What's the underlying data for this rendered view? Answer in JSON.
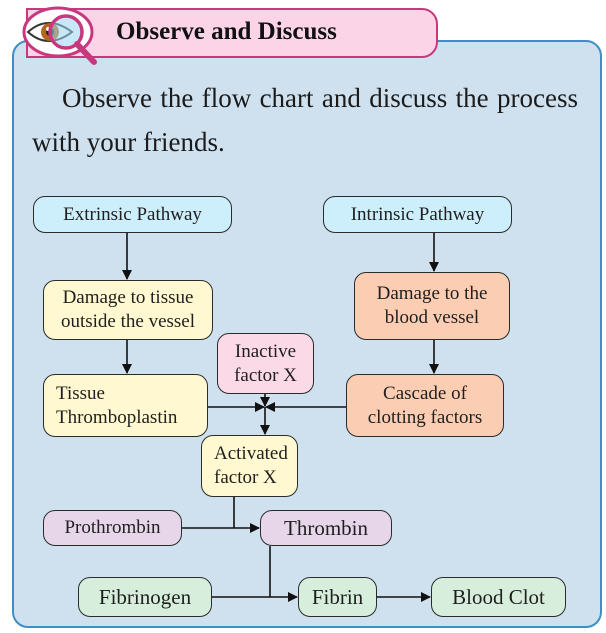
{
  "header": {
    "title": "Observe and Discuss",
    "icon": "eye-magnifier-icon"
  },
  "intro": {
    "text": "Observe the flow chart and discuss the process with your friends."
  },
  "nodes": {
    "extrinsic": "Extrinsic Pathway",
    "intrinsic": "Intrinsic Pathway",
    "damage_tissue": [
      "Damage to tissue",
      "outside the vessel"
    ],
    "damage_vessel": [
      "Damage to the",
      "blood vessel"
    ],
    "inactive_x": [
      "Inactive",
      "factor X"
    ],
    "tissue_thrombo": [
      "Tissue",
      "Thromboplastin"
    ],
    "cascade": [
      "Cascade of",
      "clotting factors"
    ],
    "activated_x": [
      "Activated",
      "factor X"
    ],
    "prothrombin": "Prothrombin",
    "thrombin": "Thrombin",
    "fibrinogen": "Fibrinogen",
    "fibrin": "Fibrin",
    "blood_clot": "Blood Clot"
  },
  "colors": {
    "panel": "#cfe1ef",
    "panel_border": "#3e8ec3",
    "header": "#fbd4e8",
    "header_border": "#c8387f",
    "pathway": "#cdeefb",
    "damage_extrinsic": "#fff8d1",
    "damage_intrinsic": "#fbcdb2",
    "inactive": "#fcd9e6",
    "thrombin_group": "#e7d5ea",
    "clot_group": "#d8eedc"
  }
}
